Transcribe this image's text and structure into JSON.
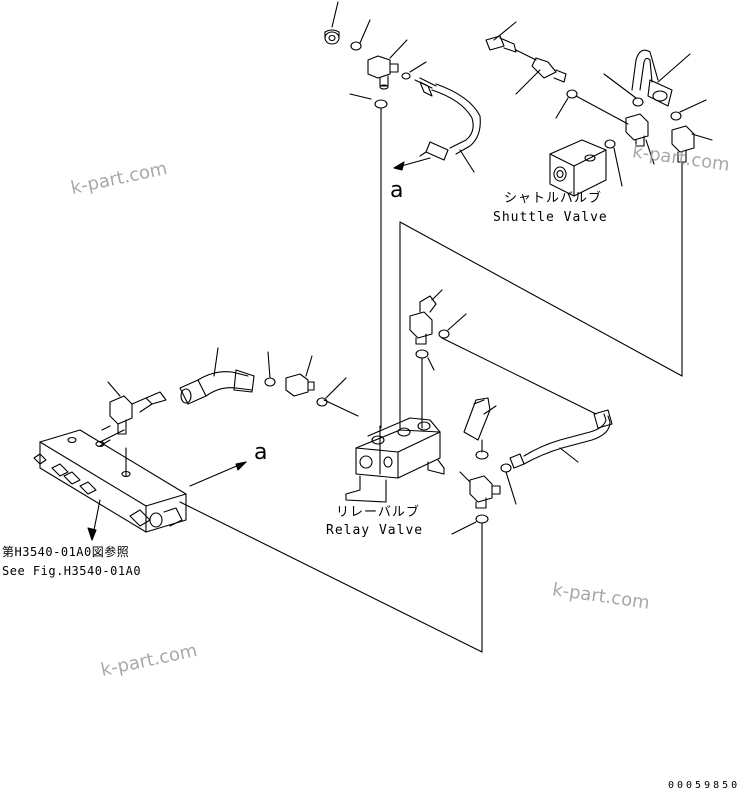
{
  "labels": {
    "shuttle_valve_jp": "シャトルバルブ",
    "shuttle_valve_en": "Shuttle Valve",
    "relay_valve_jp": "リレーバルブ",
    "relay_valve_en": "Relay Valve",
    "see_fig_jp": "第H3540-01A0図参照",
    "see_fig_en": "See Fig.H3540-01A0",
    "ref_a": "a",
    "diagram_number": "00059850"
  },
  "watermarks": [
    "k-part.com",
    "k-part.com",
    "k-part.com",
    "k-part.com"
  ]
}
